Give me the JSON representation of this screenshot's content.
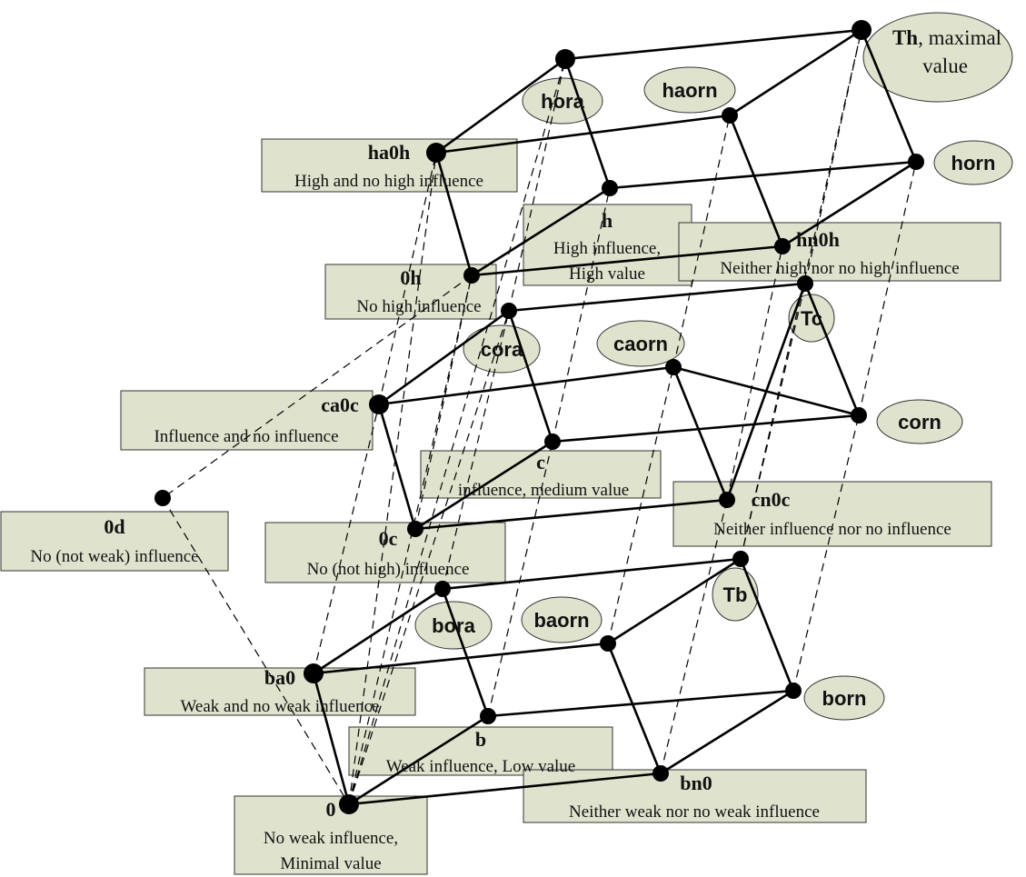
{
  "colors": {
    "box_fill": "#dfe3cd",
    "ellipse_fill": "#dfe3cd",
    "stroke": "#333333",
    "node": "#000000",
    "edge": "#000000"
  },
  "labels": {
    "ha0h": {
      "name": "ha0h",
      "desc": [
        "High and no high influence"
      ]
    },
    "h": {
      "name": "h",
      "desc": [
        "High influence,",
        "High value"
      ]
    },
    "hn0h": {
      "name": "hn0h",
      "desc": [
        "Neither high  nor no high influence"
      ]
    },
    "0h": {
      "name": "0h",
      "desc": [
        "No high influence"
      ]
    },
    "ca0c": {
      "name": "ca0c",
      "desc": [
        "Influence and no influence"
      ]
    },
    "c": {
      "name": "c",
      "desc": [
        "influence, medium value"
      ]
    },
    "cn0c": {
      "name": "cn0c",
      "desc": [
        "Neither influence nor no influence"
      ]
    },
    "0d": {
      "name": "0d",
      "desc": [
        "No (not weak) influence"
      ]
    },
    "0c": {
      "name": "0c",
      "desc": [
        "No (not high) influence"
      ]
    },
    "ba0": {
      "name": "ba0",
      "desc": [
        "Weak and no weak influence"
      ]
    },
    "b": {
      "name": "b",
      "desc": [
        "Weak influence, Low value"
      ]
    },
    "bn0": {
      "name": "bn0",
      "desc": [
        "Neither weak nor no weak influence"
      ]
    },
    "0": {
      "name": "0",
      "desc": [
        "No weak influence,",
        "Minimal value"
      ]
    }
  },
  "ellipses": {
    "hora": "hora",
    "haorn": "haorn",
    "horn": "horn",
    "Tc": "Tc",
    "cora": "cora",
    "caorn": "caorn",
    "corn": "corn",
    "Tb": "Tb",
    "bora": "bora",
    "baorn": "baorn",
    "born": "born",
    "th_name": "Th",
    "th_rest": ", maximal",
    "th_line2": "value"
  }
}
